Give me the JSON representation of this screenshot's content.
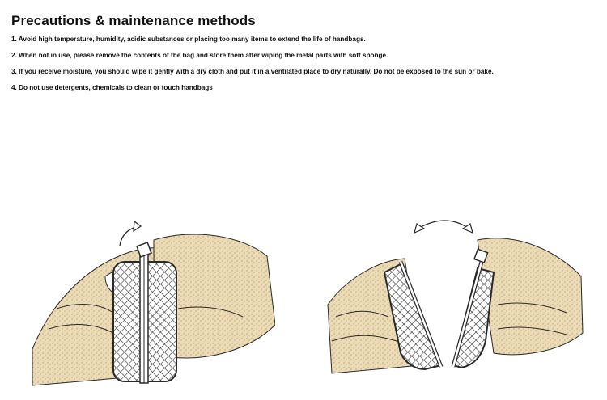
{
  "document": {
    "title": "Precautions & maintenance methods",
    "items": [
      "1. Avoid high temperature, humidity, acidic substances or placing too many items to extend the life of handbags.",
      "2. When not in use, please remove the contents of the bag and store them after wiping the metal parts with soft sponge.",
      "3. If you receive moisture, you should wipe it gently with a dry cloth and put it in a ventilated place to dry naturally. Do not be exposed to the sun or bake.",
      "4. Do not use detergents, chemicals to clean or touch handbags"
    ]
  },
  "colors": {
    "skin_fill": "#ecdcb8",
    "skin_speckle": "#b89e66",
    "outline": "#2a2a2a",
    "lattice": "#333333"
  },
  "illustrations": [
    {
      "icon": "hands-closing-bag-icon"
    },
    {
      "icon": "hands-opening-bag-icon"
    }
  ]
}
